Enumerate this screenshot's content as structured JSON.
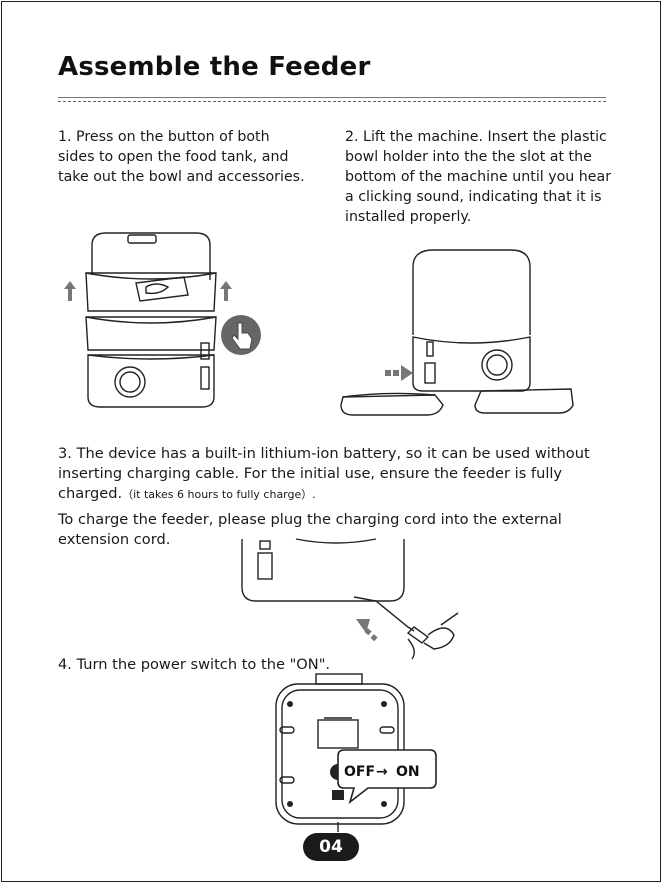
{
  "title": "Assemble the Feeder",
  "steps": {
    "step1": "1. Press on the button of both sides to open the food tank, and take out the bowl and accessories.",
    "step2": "2. Lift the machine. Insert the plastic bowl holder into the the slot at the bottom of the machine until you hear a clicking sound, indicating that it is installed properly.",
    "step3_main": "3. The device has a built-in lithium-ion battery, so it can be used without inserting charging cable. For the initial use, ensure the feeder is fully charged.",
    "step3_note": "（it takes 6 hours to fully charge）.",
    "step3_charge": "To charge the feeder, please plug the charging cord into the external extension cord.",
    "step4": "4. Turn the power switch to the \"ON\"."
  },
  "switch_callout": {
    "off": "OFF",
    "arrow": "→",
    "on": "ON"
  },
  "icons": {
    "press": "hand-press-icon",
    "lift": "up-arrow-icon",
    "insert": "right-arrow-icon",
    "plug": "plug-arrow-icon"
  },
  "page_number": "04"
}
